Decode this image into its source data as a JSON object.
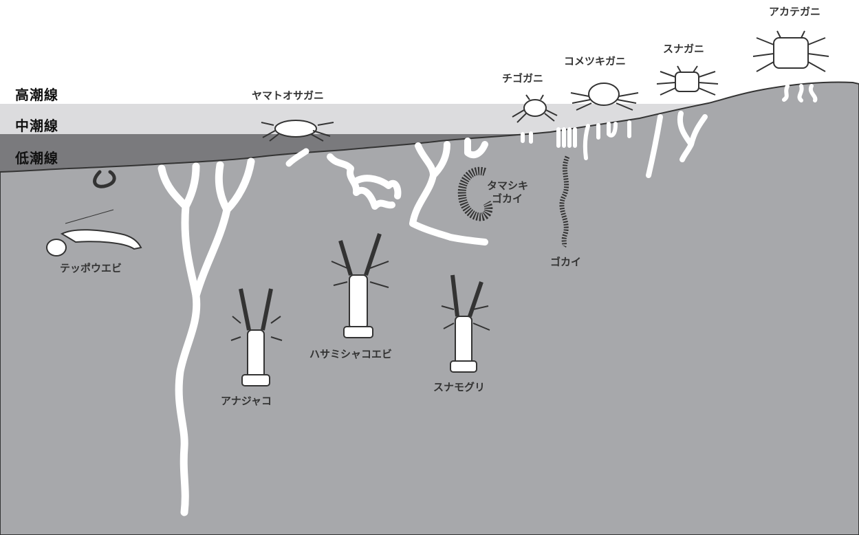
{
  "zones": {
    "high_tide": "高潮線",
    "mid_tide": "中潮線",
    "low_tide": "低潮線"
  },
  "species": {
    "akategani": "アカテガニ",
    "sunagani": "スナガニ",
    "kometsukigani": "コメツキガニ",
    "chigogani": "チゴガニ",
    "yamatoosagani": "ヤマトオサガニ",
    "tamashikigokai_1": "タマシキ",
    "tamashikigokai_2": "ゴカイ",
    "gokai": "ゴカイ",
    "teppouebi": "テッポウエビ",
    "hasamishakoebi": "ハサミシャコエビ",
    "sunamoguri": "スナモグリ",
    "anajako": "アナジャコ"
  },
  "colors": {
    "sediment": "#a7a8ab",
    "mid_zone": "#dcdcde",
    "low_zone": "#7a7a7d",
    "burrow": "#ffffff",
    "outline": "#333333"
  }
}
